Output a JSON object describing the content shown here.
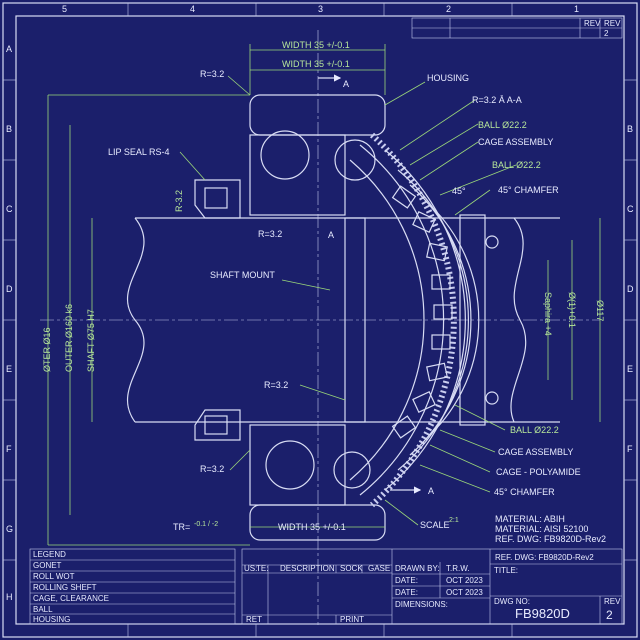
{
  "border": {
    "top_numbers": [
      "5",
      "4",
      "3",
      "2",
      "1"
    ],
    "side_letters": [
      "A",
      "B",
      "C",
      "D",
      "E",
      "F",
      "G",
      "H"
    ]
  },
  "revision_box": {
    "rev_label": "REV",
    "rev_value": "2"
  },
  "labels": {
    "width_top_1": "WIDTH 35 +/-0.1",
    "width_top_2": "WIDTH 35 +/-0.1",
    "r32_top": "R=3.2",
    "housing": "HOUSING",
    "section_top": "A",
    "section_note": "R=3.2  Ā A-A",
    "ball_1": "BALL Ø22.2",
    "cage_assembly_1": "CAGE ASSEMBLY",
    "ball_2": "BALL Ø22.2",
    "lip_seal": "LIP SEAL RS-4",
    "angle_45": "45°",
    "chamfer_1": "45° CHAMFER",
    "r32_side": "R-3.2",
    "r32_mid": "R=3.2",
    "a_mid": "A",
    "shaft_mount": "SHAFT MOUNT",
    "dia_outer": "ØTER Ø16",
    "outer_160": "OUTER Ø160 k6",
    "shaft_75": "SHAFT Ø75 H7",
    "right_dim_1": "Saphira +4",
    "right_dim_2": "Ø(1)+0.1",
    "right_dim_3": "Ø117",
    "r32_low": "R=3.2",
    "ball_3": "BALL Ø22.2",
    "cage_assembly_2": "CAGE ASSEMBLY",
    "cage_poly": "CAGE - POLYAMIDE",
    "r32_bottom": "R=3.2",
    "chamfer_2": "45° CHAMFER",
    "section_bottom": "A",
    "tr_label": "TR=",
    "tr_tol": "-0.1 / -2",
    "width_bottom": "WIDTH 35 +/-0.1",
    "scale": "SCALE",
    "scale_ratio": "2:1",
    "material_1": "MATERIAL: ABIH",
    "material_2": "MATERIAL: AISI 52100",
    "ref_dwg_1": "REF. DWG: FB9820D-Rev2",
    "ref_dwg_2": "REF. DWG: FB9820D-Rev2"
  },
  "legend": [
    "LEGEND",
    "GONET",
    "ROLL WOT",
    "ROLLING SHEFT",
    "CAGE, CLEARANCE",
    "BALL",
    "HOUSING"
  ],
  "title_block": {
    "col_us": "US:",
    "col_te": "TE:",
    "col_desc": "DESCRIPTION",
    "col_sock": "SOCK",
    "col_gase": "GASE",
    "drawn_by": "DRAWN BY:",
    "drawn_by_val": "T.R.W.",
    "date1": "DATE:",
    "date1_val": "OCT 2023",
    "date2": "DATE:",
    "date2_val": "OCT 2023",
    "dimensions": "DIMENSIONS:",
    "title": "TITLE:",
    "ret": "RET",
    "print": "PRINT",
    "dwg_no_label": "DWG NO:",
    "dwg_no": "FB9820D",
    "rev_label": "REV",
    "rev": "2"
  }
}
